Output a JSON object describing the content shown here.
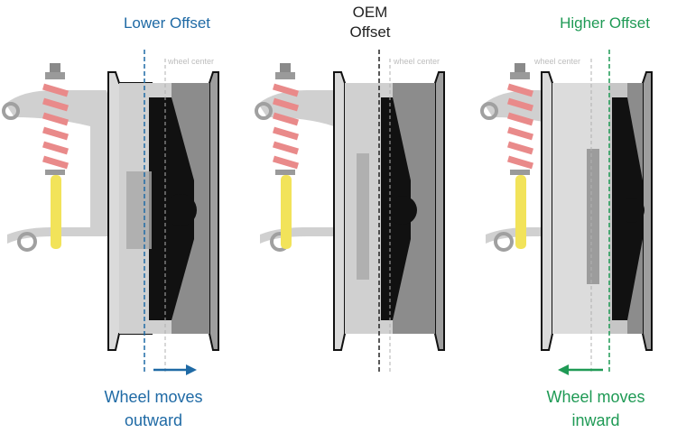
{
  "colors": {
    "lower": "#1f6aa5",
    "oem": "#222222",
    "higher": "#1f9a55",
    "wheel_center_text": "#bdbdbd",
    "spring": "#e98a8a",
    "shock": "#f2e35a"
  },
  "panels": [
    {
      "id": "lower",
      "title": "Lower Offset",
      "title_lines": [
        "Lower Offset"
      ],
      "wheel_center_label": "wheel center",
      "caption_lines": [
        "Wheel moves",
        "outward"
      ],
      "arrow_direction": "right"
    },
    {
      "id": "oem",
      "title": "OEM Offset",
      "title_lines": [
        "OEM",
        "Offset"
      ],
      "wheel_center_label": "wheel center",
      "caption_lines": [],
      "arrow_direction": "none"
    },
    {
      "id": "higher",
      "title": "Higher Offset",
      "title_lines": [
        "Higher Offset"
      ],
      "wheel_center_label": "wheel center",
      "caption_lines": [
        "Wheel moves",
        "inward"
      ],
      "arrow_direction": "left"
    }
  ]
}
